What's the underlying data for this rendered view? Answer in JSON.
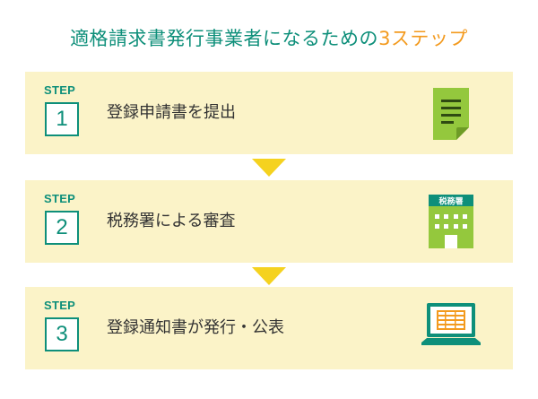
{
  "title": {
    "main": "適格請求書発行事業者になるための",
    "accent": "3ステップ"
  },
  "colors": {
    "accent_teal": "#0e8f7a",
    "accent_orange": "#f39a1e",
    "panel_bg": "#fbf3c8",
    "arrow": "#f5d21f",
    "icon_green": "#94c83d"
  },
  "steps": [
    {
      "label": "STEP",
      "number": "1",
      "text": "登録申請書を提出",
      "icon": "document-icon"
    },
    {
      "label": "STEP",
      "number": "2",
      "text": "税務署による審査",
      "icon": "tax-office-building-icon",
      "icon_sign": "税務署"
    },
    {
      "label": "STEP",
      "number": "3",
      "text": "登録通知書が発行・公表",
      "icon": "laptop-spreadsheet-icon"
    }
  ]
}
